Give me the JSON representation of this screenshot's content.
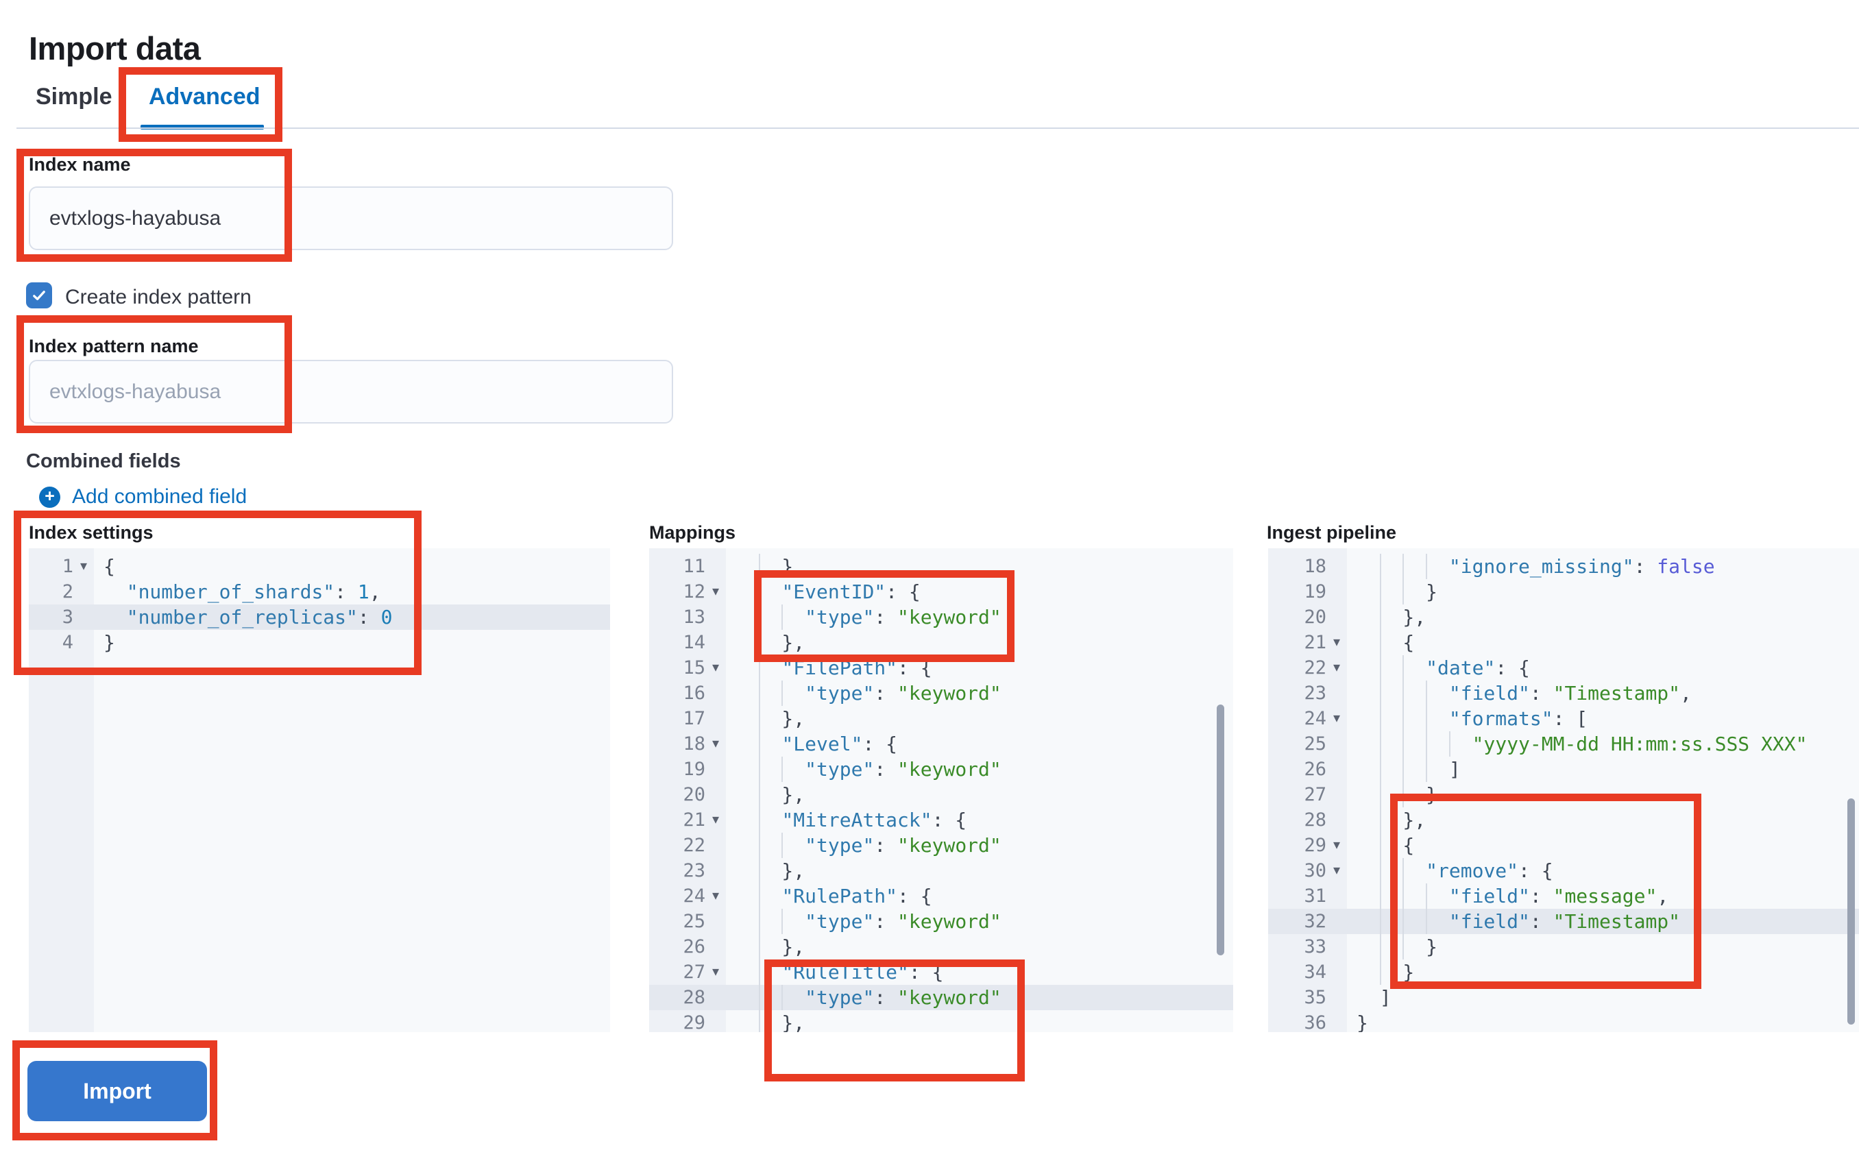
{
  "page": {
    "title": "Import data"
  },
  "tabs": {
    "simple": "Simple",
    "advanced": "Advanced"
  },
  "form": {
    "index_name": {
      "label": "Index name",
      "value": "evtxlogs-hayabusa"
    },
    "create_index_pattern": {
      "label": "Create index pattern",
      "checked": true
    },
    "index_pattern_name": {
      "label": "Index pattern name",
      "placeholder": "evtxlogs-hayabusa"
    },
    "combined_fields": {
      "heading": "Combined fields",
      "add_label": "Add combined field"
    }
  },
  "editors": {
    "index_settings": {
      "label": "Index settings",
      "lines": [
        {
          "n": 1,
          "fold": true,
          "text": "{"
        },
        {
          "n": 2,
          "text": "  \"number_of_shards\": 1,"
        },
        {
          "n": 3,
          "active": true,
          "text": "  \"number_of_replicas\": 0"
        },
        {
          "n": 4,
          "text": "}"
        }
      ]
    },
    "mappings": {
      "label": "Mappings",
      "lines": [
        {
          "n": 11,
          "text": "    },"
        },
        {
          "n": 12,
          "fold": true,
          "text": "    \"EventID\": {"
        },
        {
          "n": 13,
          "text": "      \"type\": \"keyword\""
        },
        {
          "n": 14,
          "text": "    },"
        },
        {
          "n": 15,
          "fold": true,
          "text": "    \"FilePath\": {"
        },
        {
          "n": 16,
          "text": "      \"type\": \"keyword\""
        },
        {
          "n": 17,
          "text": "    },"
        },
        {
          "n": 18,
          "fold": true,
          "text": "    \"Level\": {"
        },
        {
          "n": 19,
          "text": "      \"type\": \"keyword\""
        },
        {
          "n": 20,
          "text": "    },"
        },
        {
          "n": 21,
          "fold": true,
          "text": "    \"MitreAttack\": {"
        },
        {
          "n": 22,
          "text": "      \"type\": \"keyword\""
        },
        {
          "n": 23,
          "text": "    },"
        },
        {
          "n": 24,
          "fold": true,
          "text": "    \"RulePath\": {"
        },
        {
          "n": 25,
          "text": "      \"type\": \"keyword\""
        },
        {
          "n": 26,
          "text": "    },"
        },
        {
          "n": 27,
          "fold": true,
          "text": "    \"RuleTitle\": {"
        },
        {
          "n": 28,
          "active": true,
          "text": "      \"type\": \"keyword\""
        },
        {
          "n": 29,
          "text": "    },"
        }
      ]
    },
    "ingest_pipeline": {
      "label": "Ingest pipeline",
      "lines": [
        {
          "n": 18,
          "text": "        \"ignore_missing\": false"
        },
        {
          "n": 19,
          "text": "      }"
        },
        {
          "n": 20,
          "text": "    },"
        },
        {
          "n": 21,
          "fold": true,
          "text": "    {"
        },
        {
          "n": 22,
          "fold": true,
          "text": "      \"date\": {"
        },
        {
          "n": 23,
          "text": "        \"field\": \"Timestamp\","
        },
        {
          "n": 24,
          "fold": true,
          "text": "        \"formats\": ["
        },
        {
          "n": 25,
          "text": "          \"yyyy-MM-dd HH:mm:ss.SSS XXX\""
        },
        {
          "n": 26,
          "text": "        ]"
        },
        {
          "n": 27,
          "text": "      }"
        },
        {
          "n": 28,
          "text": "    },"
        },
        {
          "n": 29,
          "fold": true,
          "text": "    {"
        },
        {
          "n": 30,
          "fold": true,
          "text": "      \"remove\": {"
        },
        {
          "n": 31,
          "text": "        \"field\": \"message\","
        },
        {
          "n": 32,
          "active": true,
          "text": "        \"field\": \"Timestamp\""
        },
        {
          "n": 33,
          "text": "      }"
        },
        {
          "n": 34,
          "text": "    }"
        },
        {
          "n": 35,
          "text": "  ]"
        },
        {
          "n": 36,
          "text": "}"
        }
      ]
    }
  },
  "actions": {
    "import": "Import"
  },
  "colors": {
    "annotation": "#e83b23",
    "primary_button": "#3677cd",
    "tab_active": "#0a6ebd",
    "link": "#0a6ebd",
    "checkbox": "#3579c8",
    "editor_bg": "#f7f9fb",
    "gutter_bg": "#eef1f6",
    "active_line": "#e4e8ef",
    "guide": "#d7dce4",
    "line_number": "#787f8d",
    "tk_key": "#2f79ad",
    "tk_str": "#3a8b28",
    "tk_num": "#1a7db6",
    "tk_bool": "#585cd6",
    "tk_pun": "#3f4652"
  }
}
